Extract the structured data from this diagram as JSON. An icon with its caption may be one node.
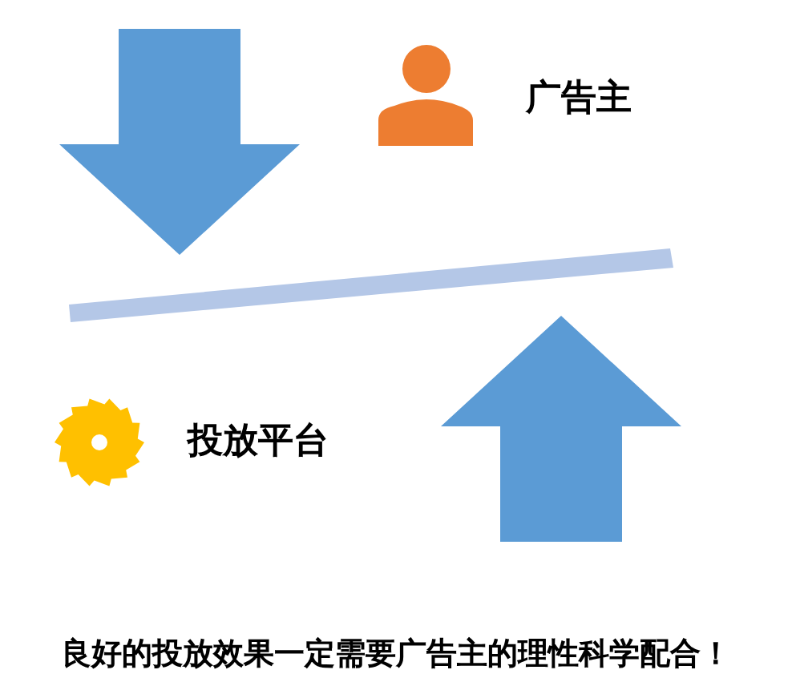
{
  "diagram": {
    "caption": "良好的投放效果一定需要广告主的理性科学配合！",
    "labels": [
      "广告主",
      "投放平台"
    ]
  }
}
